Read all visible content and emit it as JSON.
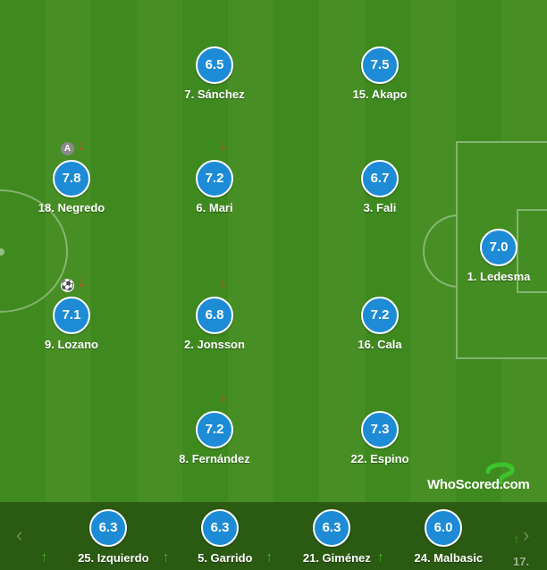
{
  "pitch_players": [
    {
      "rating": "6.5",
      "name": "7. Sánchez"
    },
    {
      "rating": "7.5",
      "name": "15. Akapo"
    },
    {
      "rating": "7.8",
      "name": "18. Negredo",
      "captain": "A"
    },
    {
      "rating": "7.2",
      "name": "6. Mari"
    },
    {
      "rating": "6.7",
      "name": "3. Fali"
    },
    {
      "rating": "7.0",
      "name": "1. Ledesma"
    },
    {
      "rating": "7.1",
      "name": "9. Lozano"
    },
    {
      "rating": "6.8",
      "name": "2. Jonsson"
    },
    {
      "rating": "7.2",
      "name": "16. Cala"
    },
    {
      "rating": "7.2",
      "name": "8. Fernández"
    },
    {
      "rating": "7.3",
      "name": "22. Espino"
    }
  ],
  "bench_players": [
    {
      "rating": "6.3",
      "name": "25. Izquierdo"
    },
    {
      "rating": "6.3",
      "name": "5. Garrido"
    },
    {
      "rating": "6.3",
      "name": "21. Giménez"
    },
    {
      "rating": "6.0",
      "name": "24. Malbasic"
    },
    {
      "name": "17."
    }
  ],
  "icons": {
    "sub_off": "↓",
    "sub_on": "↑",
    "goal": "⚽",
    "nav_prev": "‹",
    "nav_next": "›"
  },
  "logo": {
    "text": "WhoScored.com"
  },
  "colors": {
    "rating_bg": "#1d8bd6",
    "sub_off": "#e0392b",
    "sub_on": "#3ec42c"
  }
}
